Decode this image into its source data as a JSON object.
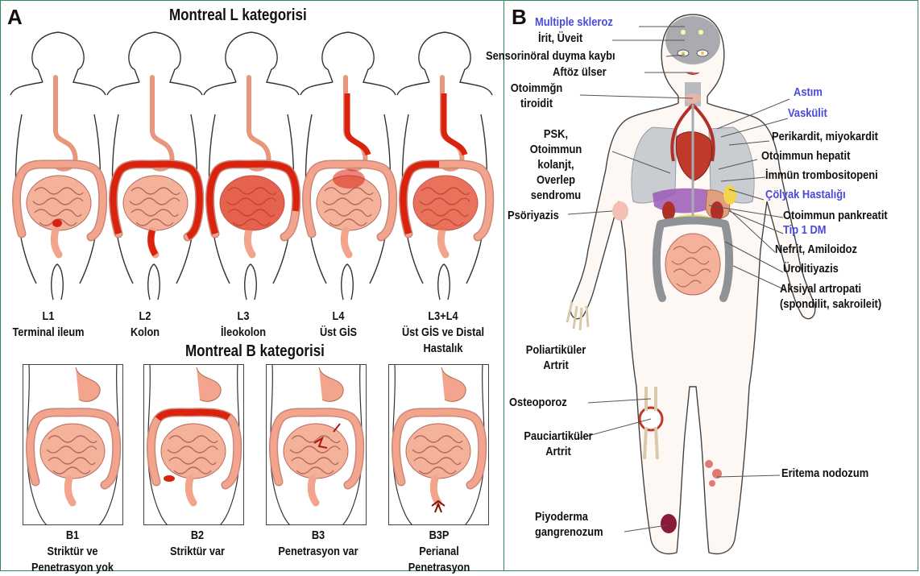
{
  "panel_a": {
    "letter": "A",
    "l_title": "Montreal L kategorisi",
    "l_items": [
      {
        "code": "L1",
        "desc": "Terminal ileum"
      },
      {
        "code": "L2",
        "desc": "Kolon"
      },
      {
        "code": "L3",
        "desc": "İleokolon"
      },
      {
        "code": "L4",
        "desc": "Üst GİS"
      },
      {
        "code": "L3+L4",
        "desc": "Üst GİS ve Distal",
        "desc2": "Hastalık"
      }
    ],
    "b_title": "Montreal B kategorisi",
    "b_items": [
      {
        "code": "B1",
        "desc": "Striktür ve",
        "desc2": "Penetrasyon yok"
      },
      {
        "code": "B2",
        "desc": "Striktür var"
      },
      {
        "code": "B3",
        "desc": "Penetrasyon var"
      },
      {
        "code": "B3P",
        "desc": "Perianal",
        "desc2": "Penetrasyon"
      }
    ]
  },
  "panel_b": {
    "letter": "B",
    "labels": {
      "ms": "Multiple skleroz",
      "irit": "İrit, Üveit",
      "sens": "Sensorinöral duyma kaybı",
      "aftoz": "Aftöz ülser",
      "tiroid1": "Otoimmğn",
      "tiroid2": "tiroidit",
      "psk1": "PSK,",
      "psk2": "Otoimmun",
      "psk3": "kolanjt,",
      "psk4": "Overlep",
      "psk5": "sendromu",
      "psoriazis": "Psöriyazis",
      "astim": "Astım",
      "vaskulit": "Vaskülit",
      "perikardit": "Perikardit, miyokardit",
      "hepatit": "Otoimmun hepatit",
      "trombosit": "İmmün trombositopeni",
      "colyak": "Çölyak Hastalığı",
      "pankreatit": "Otoimmun pankreatit",
      "dm": "Tip 1 DM",
      "nefrit": "Nefrit, Amiloidoz",
      "uro": "Ürolitiyazis",
      "aksiyal1": "Aksiyal artropati",
      "aksiyal2": "(spondilit, sakroileit)",
      "poli1": "Poliartiküler",
      "poli2": "Artrit",
      "osteo": "Osteoporoz",
      "pauci1": "Pauciartiküler",
      "pauci2": "Artrit",
      "eritema": "Eritema nodozum",
      "piyo1": "Piyoderma",
      "piyo2": "gangrenozum"
    }
  },
  "colors": {
    "frame": "#2e8b57",
    "blue_label": "#4a4adb",
    "bowel": "#f2a48c",
    "disease": "#d9230f",
    "lung": "#c9ccd1"
  }
}
